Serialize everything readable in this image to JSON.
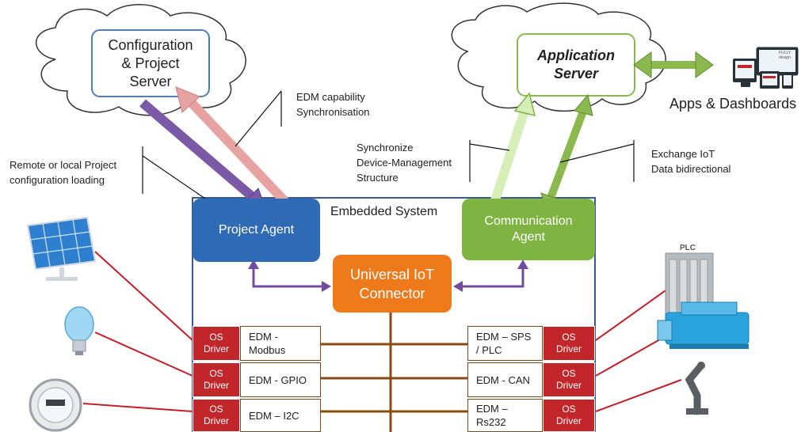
{
  "clouds": {
    "config_server_label": "Configuration\n& Project\nServer",
    "application_server_label": "Application\nServer"
  },
  "apps_label": "Apps & Dashboards",
  "annotations": {
    "edm_capability": "EDM capability\nSynchronisation",
    "remote_local": "Remote or local Project\nconfiguration loading",
    "synchronize": "Synchronize\nDevice-Management\nStructure",
    "exchange": "Exchange IoT\nData bidirectional"
  },
  "embedded_system": {
    "title": "Embedded System",
    "project_agent": "Project Agent",
    "communication_agent": "Communication\nAgent",
    "connector": "Universal IoT\nConnector"
  },
  "left_rows": [
    {
      "driver": "OS\nDriver",
      "edm": "EDM -\nModbus"
    },
    {
      "driver": "OS\nDriver",
      "edm": "EDM - GPIO"
    },
    {
      "driver": "OS\nDriver",
      "edm": "EDM – I2C"
    }
  ],
  "right_rows": [
    {
      "driver": "OS\nDriver",
      "edm": "EDM – SPS\n/ PLC"
    },
    {
      "driver": "OS\nDriver",
      "edm": "EDM - CAN"
    },
    {
      "driver": "OS\nDriver",
      "edm": "EDM –\nRs232"
    }
  ],
  "devices": {
    "plc_label": "PLC",
    "tablet_small_text": "FULLY\ndesign"
  },
  "colors": {
    "project_agent": "#2f6bb5",
    "communication_agent": "#7fb342",
    "connector": "#ee7a1c",
    "os_driver": "#c0262a",
    "bus": "#8a4b12",
    "purple_arrow": "#7a5aa6",
    "pink_arrow": "#e7a3a2",
    "green_arrow": "#8bb94f",
    "light_green_arrow": "#d6efb8",
    "red_line": "#c0202a"
  }
}
